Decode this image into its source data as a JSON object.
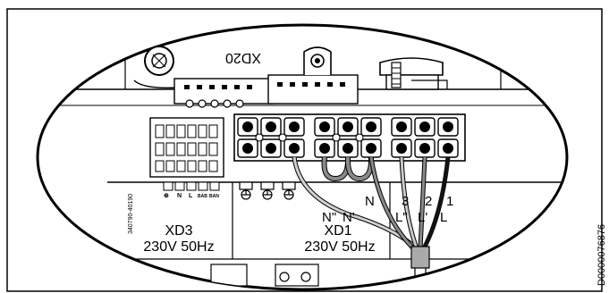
{
  "figure": {
    "terminal_block_label": "XD20",
    "board_code": "340790-40190",
    "small_terminal_labels": [
      "⊕",
      "N",
      "L",
      "BAB",
      "BAN"
    ],
    "xd3": {
      "name": "XD3",
      "rating": "230V 50Hz"
    },
    "xd1": {
      "name": "XD1",
      "rating": "230V 50Hz",
      "top_labels": [
        "N\"",
        "N'",
        "N"
      ],
      "phase_numbers": [
        "3",
        "2",
        "1"
      ],
      "bottom_labels": [
        "L\"",
        "L'",
        "L"
      ]
    },
    "drawing_id": "D0000076876"
  },
  "colors": {
    "outline": "#000000",
    "background": "#ffffff",
    "grey_wire": "#8a8a8a",
    "light_wire": "#c8c8c8",
    "black_wire": "#111111"
  }
}
